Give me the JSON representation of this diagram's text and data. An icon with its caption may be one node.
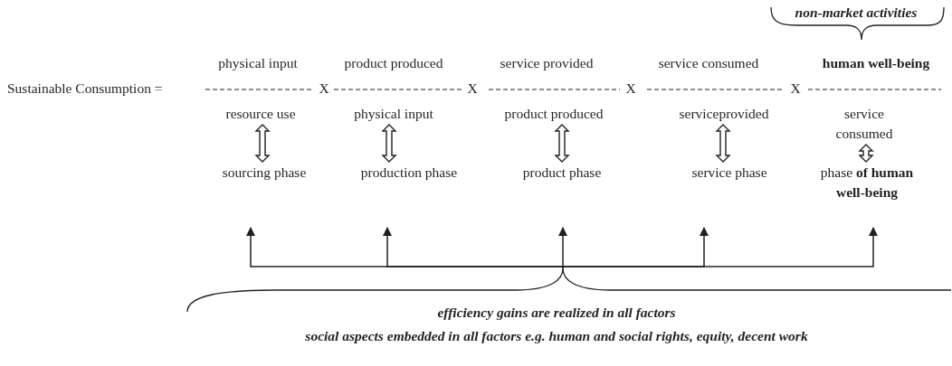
{
  "diagram": {
    "nodes": [
      {
        "text": [
          "resource use"
        ]
      },
      {
        "text": [
          "physical input"
        ]
      },
      {
        "text": [
          "product produced"
        ]
      },
      {
        "text": [
          "serviceprovided"
        ]
      },
      {
        "text": [
          "service consumed"
        ]
      },
      {
        "text": [
          "sourcing phase"
        ]
      },
      {
        "text": [
          "production phase"
        ]
      },
      {
        "text": [
          "product phase"
        ]
      },
      {
        "text": [
          "service phase"
        ]
      },
      {
        "text": [
          "phase **of human well-being**"
        ]
      },
      {
        "text": [
          "efficiency gains are realized in all factors",
          "social aspects embedded in all factors e.g. human and social rights, equity, decent work"
        ]
      }
    ],
    "edges": [
      {
        "from": 0,
        "to": 5,
        "arrow": "both"
      },
      {
        "from": 1,
        "to": 6,
        "arrow": "both"
      },
      {
        "from": 2,
        "to": 7,
        "arrow": "both"
      },
      {
        "from": 3,
        "to": 8,
        "arrow": "both"
      },
      {
        "from": 4,
        "to": 9,
        "arrow": "both"
      },
      {
        "from": 10,
        "to": 5,
        "arrow": "to"
      },
      {
        "from": 10,
        "to": 6,
        "arrow": "to"
      },
      {
        "from": 10,
        "to": 7,
        "arrow": "to"
      },
      {
        "from": 10,
        "to": 8,
        "arrow": "to"
      },
      {
        "from": 10,
        "to": 9,
        "arrow": "to"
      }
    ],
    "labels": [
      "non-market activities",
      "physical input",
      "product produced",
      "service provided",
      "service consumed",
      "human well-being",
      "Sustainable Consumption =",
      "X",
      "X",
      "X",
      "X"
    ]
  }
}
